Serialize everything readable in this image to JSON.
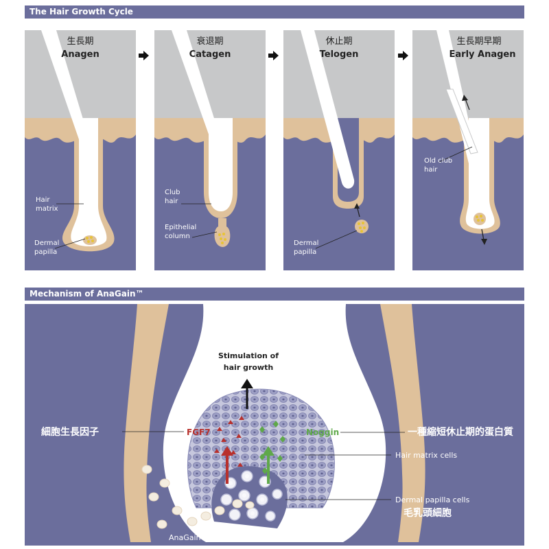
{
  "top_title": "The Hair Growth Cycle",
  "stages": [
    {
      "cn": "生長期",
      "en": "Anagen"
    },
    {
      "cn": "衰退期",
      "en": "Catagen"
    },
    {
      "cn": "休止期",
      "en": "Telogen"
    },
    {
      "cn": "生長期早期",
      "en": "Early Anagen"
    }
  ],
  "labels": {
    "hair_matrix_1": "Hair",
    "hair_matrix_2": "matrix",
    "dermal_papilla_1": "Dermal",
    "dermal_papilla_2": "papilla",
    "club_hair_1": "Club",
    "club_hair_2": "hair",
    "epithelial_1": "Epithelial",
    "epithelial_2": "column",
    "telogen_dp_1": "Dermal",
    "telogen_dp_2": "papilla",
    "old_club_1": "Old club",
    "old_club_2": "hair"
  },
  "bottom_title": "Mechanism of AnaGain™",
  "mechanism": {
    "stimulation_1": "Stimulation of",
    "stimulation_2": "hair growth",
    "left_cn": "細胞生長因子",
    "fgf7": "FGF7",
    "noggin": "Noggin",
    "right_cn": "一種縮短休止期的蛋白質",
    "hair_matrix_cells": "Hair matrix cells",
    "dermal_papilla_cells": "Dermal papilla cells",
    "dp_cn": "毛乳頭細胞",
    "anagain": "AnaGain™"
  },
  "colors": {
    "header": "#6b6e9c",
    "dermis": "#6b6e9c",
    "epidermis": "#dfc19b",
    "sky": "#c7c8c9",
    "fgf7": "#b8302c",
    "noggin": "#5fa84a"
  }
}
